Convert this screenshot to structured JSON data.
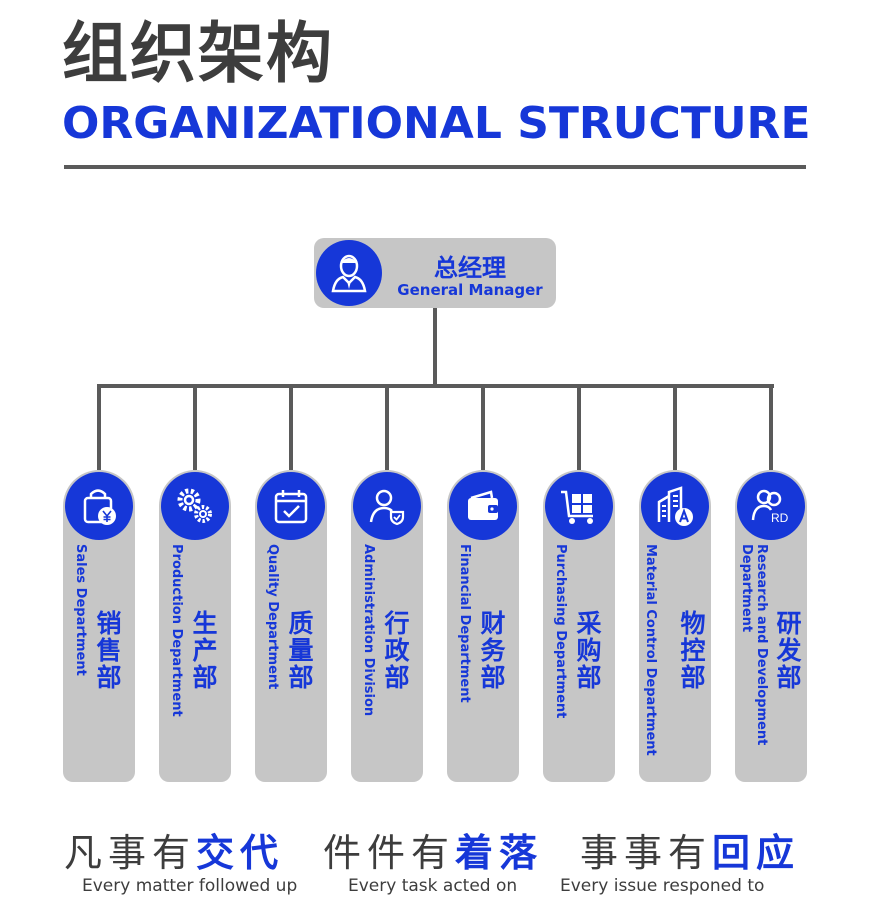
{
  "header": {
    "title_cn": "组织架构",
    "title_en": "ORGANIZATIONAL STRUCTURE"
  },
  "manager": {
    "cn": "总经理",
    "en": "General Manager",
    "icon": "manager-icon"
  },
  "departments": [
    {
      "cn": "销售部",
      "en": "Sales Department",
      "icon": "shopping-bag-yen-icon"
    },
    {
      "cn": "生产部",
      "en": "Production Department",
      "icon": "gears-icon"
    },
    {
      "cn": "质量部",
      "en": "Quality Department",
      "icon": "calendar-check-icon"
    },
    {
      "cn": "行政部",
      "en": "Administration Division",
      "icon": "person-shield-icon"
    },
    {
      "cn": "财务部",
      "en": "Financial Department",
      "icon": "wallet-icon"
    },
    {
      "cn": "采购部",
      "en": "Purchasing Department",
      "icon": "cart-boxes-icon"
    },
    {
      "cn": "物控部",
      "en": "Material Control Department",
      "icon": "warehouse-a-icon"
    },
    {
      "cn": "研发部",
      "en": "Research and Development Department",
      "icon": "people-rd-icon"
    }
  ],
  "slogans": [
    {
      "plain": "凡事有",
      "highlight": "交代",
      "en": "Every matter followed up"
    },
    {
      "plain": "件件有",
      "highlight": "着落",
      "en": "Every task acted on"
    },
    {
      "plain": "事事有",
      "highlight": "回应",
      "en": "Every issue responed to"
    }
  ],
  "colors": {
    "accent": "#1637d8",
    "card": "#c6c6c6",
    "line": "#5a5a5a",
    "text": "#3d3d3d"
  }
}
